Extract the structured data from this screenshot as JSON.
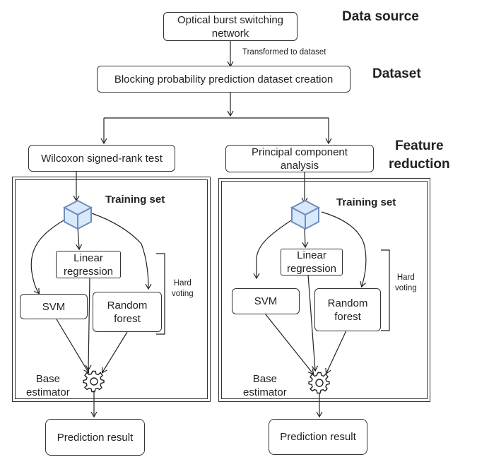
{
  "headers": {
    "data_source": "Data source",
    "dataset": "Dataset",
    "feature_reduction_line1": "Feature",
    "feature_reduction_line2": "reduction"
  },
  "nodes": {
    "obs_network_line1": "Optical burst switching",
    "obs_network_line2": "network",
    "transformed_label": "Transformed to dataset",
    "dataset_creation": "Blocking probability prediction dataset creation",
    "wilcoxon": "Wilcoxon signed-rank test",
    "pca_line1": "Principal component",
    "pca_line2": "analysis"
  },
  "panels": [
    {
      "training_set": "Training set",
      "linear_line1": "Linear",
      "linear_line2": "regression",
      "svm": "SVM",
      "rf_line1": "Random",
      "rf_line2": "forest",
      "hard_line1": "Hard",
      "hard_line2": "voting",
      "base_line1": "Base",
      "base_line2": "estimator",
      "result": "Prediction result"
    },
    {
      "training_set": "Training set",
      "linear_line1": "Linear",
      "linear_line2": "regression",
      "svm": "SVM",
      "rf_line1": "Random",
      "rf_line2": "forest",
      "hard_line1": "Hard",
      "hard_line2": "voting",
      "base_line1": "Base",
      "base_line2": "estimator",
      "result": "Prediction result"
    }
  ],
  "colors": {
    "cube_fill": "#dae8fc",
    "cube_stroke": "#6c8ebf",
    "line": "#222222"
  },
  "icons": [
    "cube-icon",
    "gear-icon"
  ]
}
